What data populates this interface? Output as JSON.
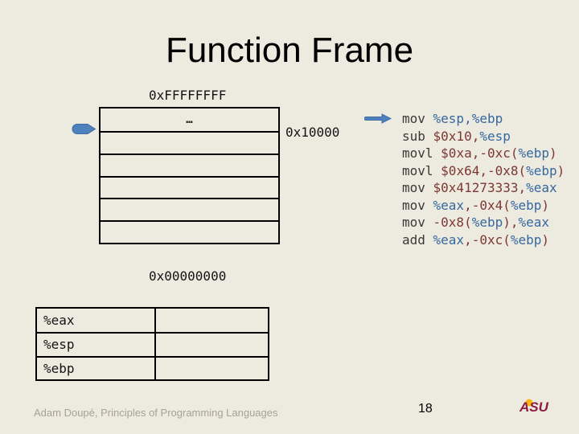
{
  "slide": {
    "title": "Function Frame"
  },
  "memory": {
    "top_address": "0xFFFFFFFF",
    "mid_address": "0x10000",
    "bottom_address": "0x00000000",
    "stack_rows": [
      "…",
      "",
      "",
      "",
      "",
      ""
    ]
  },
  "code": {
    "lines": [
      {
        "segments": [
          {
            "text": "mov ",
            "role": "mnemonic"
          },
          {
            "text": "%esp,%ebp",
            "role": "register"
          }
        ]
      },
      {
        "segments": [
          {
            "text": "sub ",
            "role": "mnemonic"
          },
          {
            "text": "$0x10,",
            "role": "operand"
          },
          {
            "text": "%esp",
            "role": "register"
          }
        ]
      },
      {
        "segments": [
          {
            "text": "movl ",
            "role": "mnemonic"
          },
          {
            "text": "$0xa,-0xc(",
            "role": "operand"
          },
          {
            "text": "%ebp",
            "role": "register"
          },
          {
            "text": ")",
            "role": "operand"
          }
        ]
      },
      {
        "segments": [
          {
            "text": "movl ",
            "role": "mnemonic"
          },
          {
            "text": "$0x64,-0x8(",
            "role": "operand"
          },
          {
            "text": "%ebp",
            "role": "register"
          },
          {
            "text": ")",
            "role": "operand"
          }
        ]
      },
      {
        "segments": [
          {
            "text": "mov ",
            "role": "mnemonic"
          },
          {
            "text": "$0x41273333,",
            "role": "operand"
          },
          {
            "text": "%eax",
            "role": "register"
          }
        ]
      },
      {
        "segments": [
          {
            "text": "mov ",
            "role": "mnemonic"
          },
          {
            "text": "%eax",
            "role": "register"
          },
          {
            "text": ",-0x4(",
            "role": "operand"
          },
          {
            "text": "%ebp",
            "role": "register"
          },
          {
            "text": ")",
            "role": "operand"
          }
        ]
      },
      {
        "segments": [
          {
            "text": "mov ",
            "role": "mnemonic"
          },
          {
            "text": "-0x8(",
            "role": "operand"
          },
          {
            "text": "%ebp",
            "role": "register"
          },
          {
            "text": "),",
            "role": "operand"
          },
          {
            "text": "%eax",
            "role": "register"
          }
        ]
      },
      {
        "segments": [
          {
            "text": "add ",
            "role": "mnemonic"
          },
          {
            "text": "%eax",
            "role": "register"
          },
          {
            "text": ",-0xc(",
            "role": "operand"
          },
          {
            "text": "%ebp",
            "role": "register"
          },
          {
            "text": ")",
            "role": "operand"
          }
        ]
      }
    ]
  },
  "registers": {
    "rows": [
      {
        "name": "%eax",
        "value": ""
      },
      {
        "name": "%esp",
        "value": ""
      },
      {
        "name": "%ebp",
        "value": ""
      }
    ]
  },
  "footer": {
    "credit": "Adam Doupé, Principles of Programming Languages",
    "page_number": "18",
    "logo_text": "ASU"
  },
  "colors": {
    "background": "#EDEAE0",
    "mnemonic": "#3B3936",
    "register": "#35689E",
    "operand": "#7D3833",
    "arrow_fill": "#4F81BD",
    "arrow_stroke": "#3B6CA8",
    "footer_text": "#A6A396",
    "asu_maroon": "#8C1D40",
    "asu_gold": "#FFB310"
  }
}
